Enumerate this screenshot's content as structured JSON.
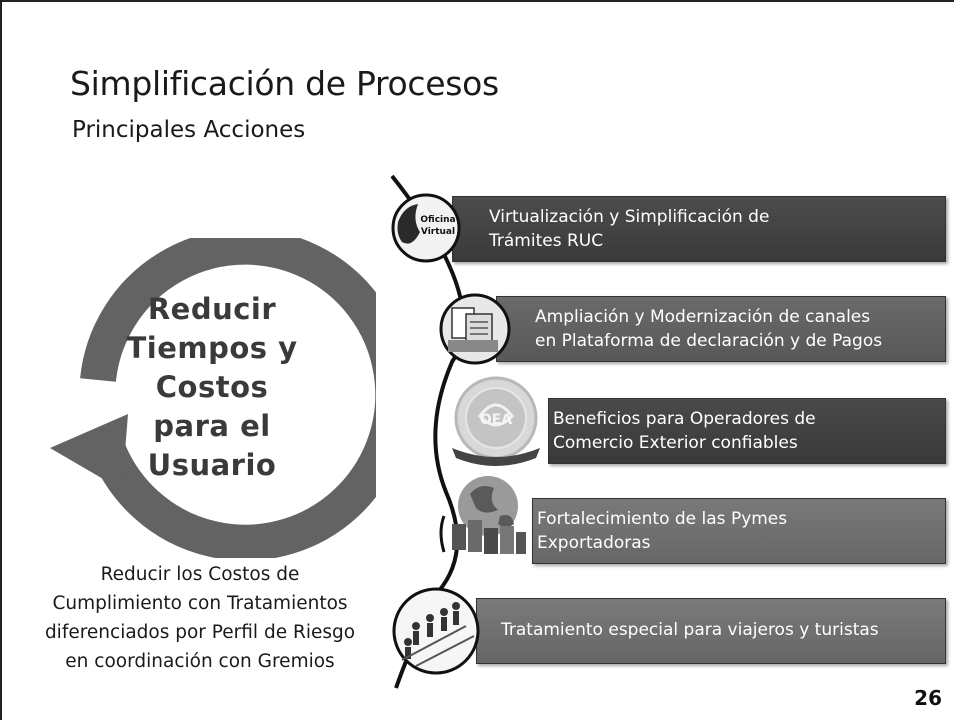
{
  "slide": {
    "title": "Simplificación de Procesos",
    "subtitle": "Principales Acciones",
    "cycle_lines": [
      "Reducir",
      "Tiempos y",
      "Costos",
      "para el",
      "Usuario"
    ],
    "note_lines": [
      "Reducir los Costos de",
      "Cumplimiento con Tratamientos",
      "diferenciados por Perfil de Riesgo",
      "en coordinación con Gremios"
    ],
    "actions": [
      {
        "lines": [
          "Virtualización y Simplificación de",
          "Trámites RUC"
        ],
        "icon": "oficina-virtual-icon",
        "icon_text": [
          "Oficina",
          "Virtual"
        ]
      },
      {
        "lines": [
          "Ampliación y Modernización  de canales",
          "en  Plataforma de declaración y de Pagos"
        ],
        "icon": "documents-icon"
      },
      {
        "lines": [
          "Beneficios para Operadores de",
          "Comercio Exterior confiables"
        ],
        "icon": "oea-seal-icon",
        "icon_text": [
          "OEA"
        ]
      },
      {
        "lines": [
          "Fortalecimiento de las Pymes",
          "Exportadoras"
        ],
        "icon": "globe-boxes-icon"
      },
      {
        "lines": [
          "Tratamiento  especial para viajeros y turistas"
        ],
        "icon": "travelers-icon"
      }
    ],
    "page_number": "26"
  },
  "colors": {
    "cycle_arrow": "#636363",
    "cycle_text": "#3a3a3a",
    "box_dark": "#3f3f3f",
    "box_light": "#6e6e6e"
  }
}
